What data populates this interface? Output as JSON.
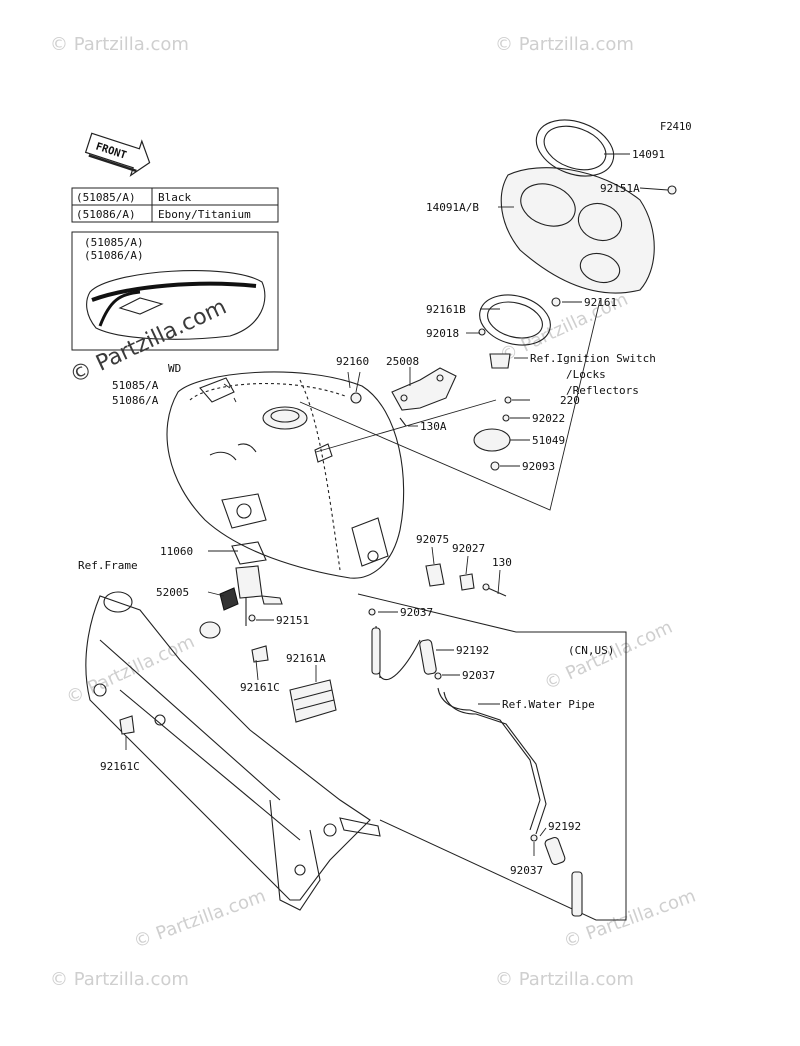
{
  "diagram": {
    "figure_code": "F2410",
    "front_label": "FRONT",
    "wd_label": "WD",
    "cn_us_label": "(CN,US)",
    "color_table": [
      {
        "code": "(51085/A)",
        "color": "Black"
      },
      {
        "code": "(51086/A)",
        "color": "Ebony/Titanium"
      }
    ],
    "inset_codes": [
      "(51085/A)",
      "(51086/A)"
    ],
    "watermark": "© Partzilla.com",
    "parts": {
      "p14091": "14091",
      "p14091ab": "14091A/B",
      "p92151a": "92151A",
      "p92161": "92161",
      "p92161b": "92161B",
      "p92018": "92018",
      "p92160": "92160",
      "p25008": "25008",
      "p51085a": "51085/A",
      "p51086a": "51086/A",
      "p130a": "130A",
      "ref_ignition_1": "Ref.Ignition Switch",
      "ref_ignition_2": "/Locks",
      "ref_ignition_3": "/Reflectors",
      "p220": "220",
      "p92022": "92022",
      "p51049": "51049",
      "p92093": "92093",
      "p11060": "11060",
      "ref_frame": "Ref.Frame",
      "p52005": "52005",
      "p92151": "92151",
      "p92161a": "92161A",
      "p92161c_1": "92161C",
      "p92161c_2": "92161C",
      "p92075": "92075",
      "p92027": "92027",
      "p130": "130",
      "p92037_1": "92037",
      "p92192_1": "92192",
      "p92037_2": "92037",
      "ref_water_pipe": "Ref.Water Pipe",
      "p92192_2": "92192",
      "p92037_3": "92037"
    }
  }
}
